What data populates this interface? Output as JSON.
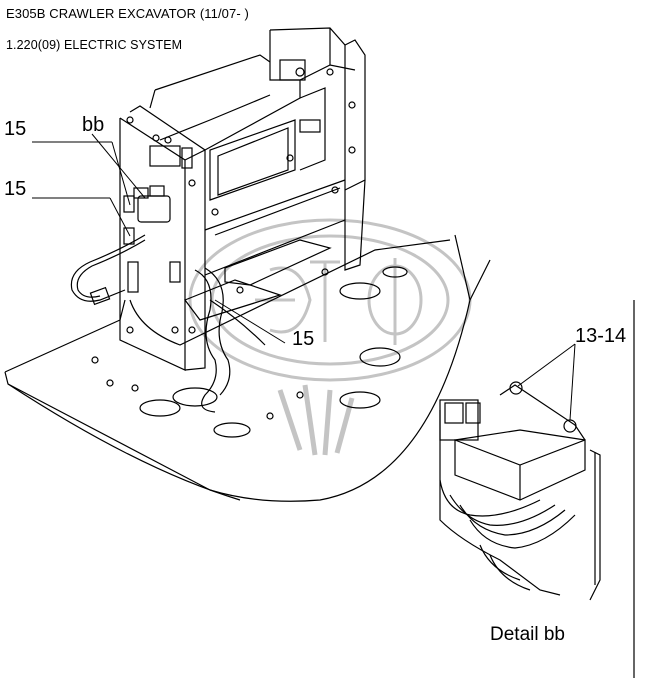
{
  "header": {
    "title": "E305B CRAWLER EXCAVATOR (11/07- )",
    "subtitle": "1.220(09) ELECTRIC SYSTEM"
  },
  "callouts": {
    "c15_top": "15",
    "bb": "bb",
    "c15_mid": "15",
    "c15_low": "15",
    "c13_14": "13-14"
  },
  "detail_label": "Detail bb",
  "colors": {
    "line": "#000000",
    "watermark": "#b8b8b8"
  }
}
